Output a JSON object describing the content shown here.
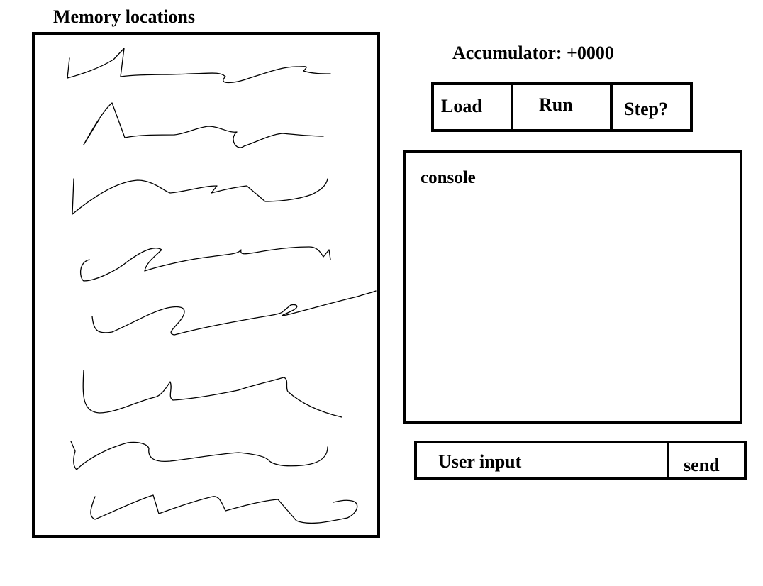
{
  "memory": {
    "title": "Memory locations",
    "locations": [
      {
        "content": "illegible-scribble"
      },
      {
        "content": "illegible-scribble"
      },
      {
        "content": "illegible-scribble"
      },
      {
        "content": "illegible-scribble"
      },
      {
        "content": "illegible-scribble"
      },
      {
        "content": "illegible-scribble"
      },
      {
        "content": "illegible-scribble"
      },
      {
        "content": "illegible-scribble"
      }
    ]
  },
  "accumulator": {
    "label": "Accumulator:",
    "value": "+0000"
  },
  "toolbar": {
    "load_label": "Load",
    "run_label": "Run",
    "step_label": "Step?"
  },
  "console": {
    "title": "console"
  },
  "input": {
    "placeholder": "User input",
    "send_label": "send"
  },
  "colors": {
    "ink": "#000000",
    "background": "#ffffff"
  }
}
